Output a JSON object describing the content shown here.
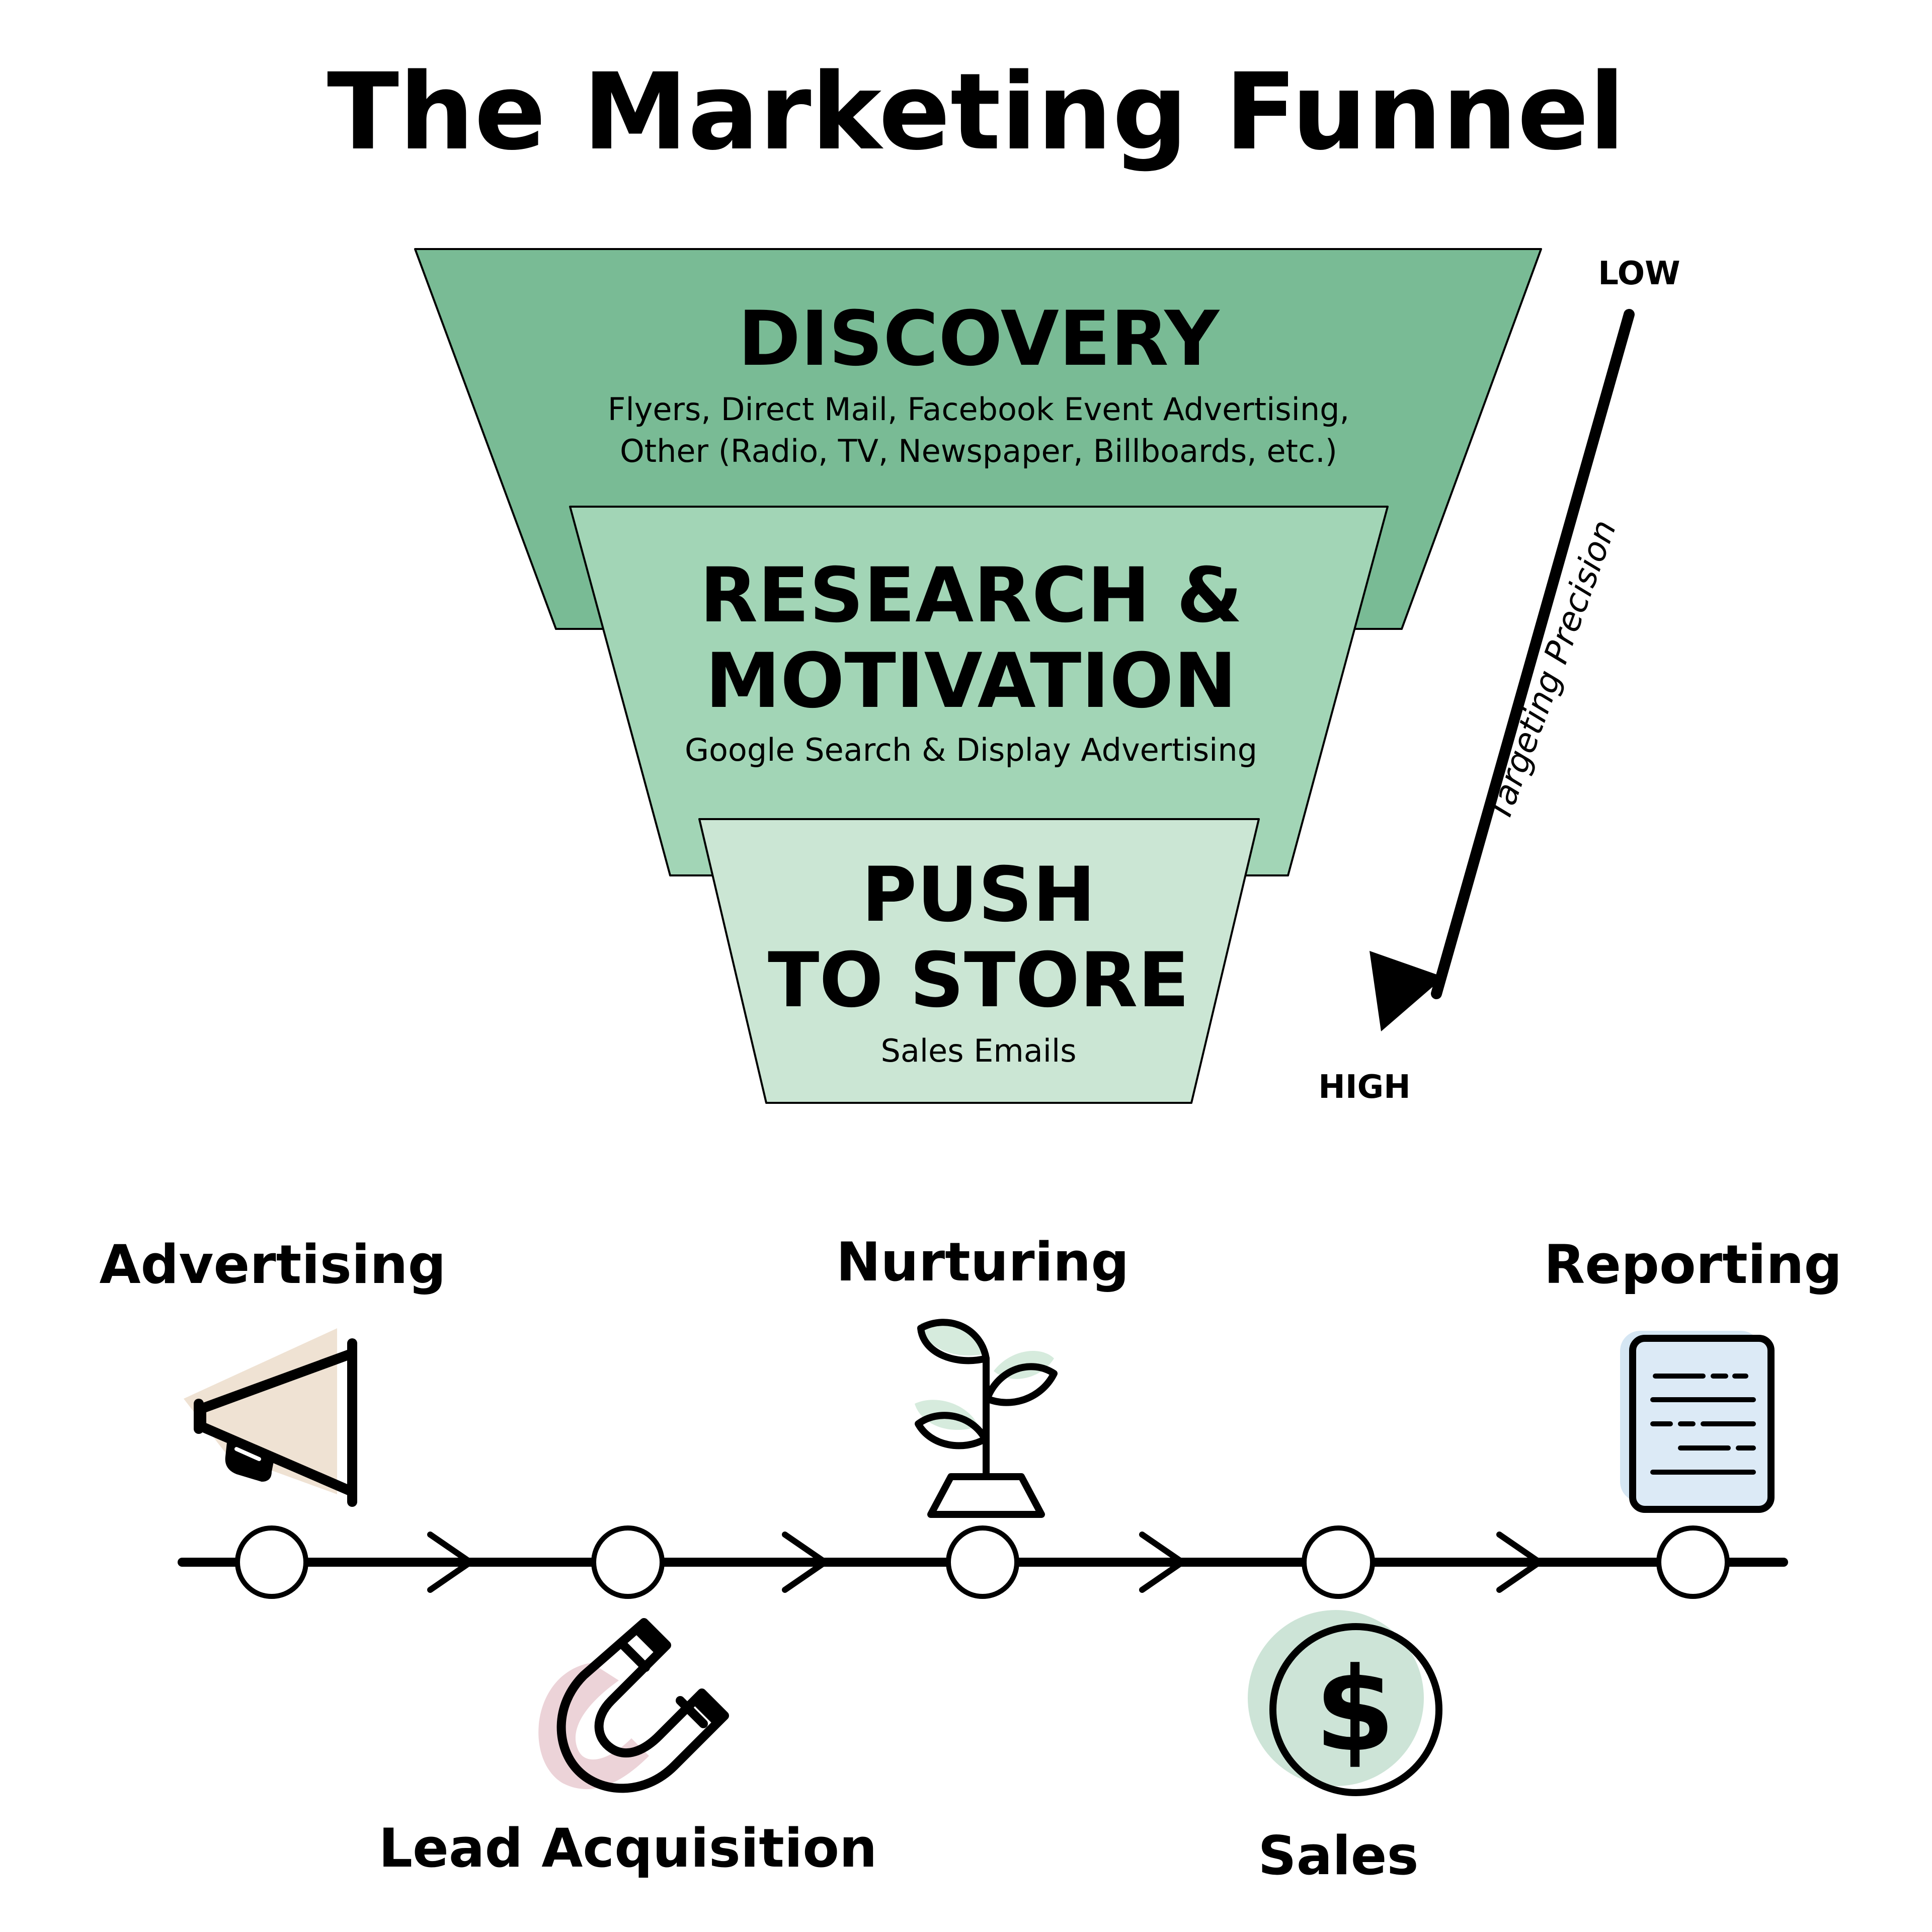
{
  "title": "The Marketing Funnel",
  "funnel": {
    "colors": {
      "top": "#79bb95",
      "middle": "#a2d5b6",
      "bottom": "#cbe6d4",
      "fold": "#2b6f48"
    },
    "stages": [
      {
        "line1": "DISCOVERY",
        "line2": "",
        "desc1": "Flyers, Direct Mail, Facebook Event Advertising,",
        "desc2": "Other (Radio, TV, Newspaper, Billboards, etc.)"
      },
      {
        "line1": "RESEARCH &",
        "line2": "MOTIVATION",
        "desc1": "Google Search & Display Advertising",
        "desc2": ""
      },
      {
        "line1": "PUSH",
        "line2": "TO STORE",
        "desc1": "Sales Emails",
        "desc2": ""
      }
    ]
  },
  "precision": {
    "low": "LOW",
    "high": "HIGH",
    "label": "Targeting Precision"
  },
  "timeline": {
    "steps": [
      {
        "label": "Advertising",
        "icon": "megaphone-icon"
      },
      {
        "label": "Lead Acquisition",
        "icon": "magnet-icon"
      },
      {
        "label": "Nurturing",
        "icon": "sprout-icon"
      },
      {
        "label": "Sales",
        "icon": "dollar-coin-icon"
      },
      {
        "label": "Reporting",
        "icon": "report-document-icon"
      }
    ],
    "dollar_symbol": "$",
    "accents": {
      "megaphone": "#efe2d3",
      "magnet": "#ecd3d8",
      "sprout": "#d6ebdd",
      "coin": "#cde4d7",
      "report": "#d5e6f3"
    }
  }
}
